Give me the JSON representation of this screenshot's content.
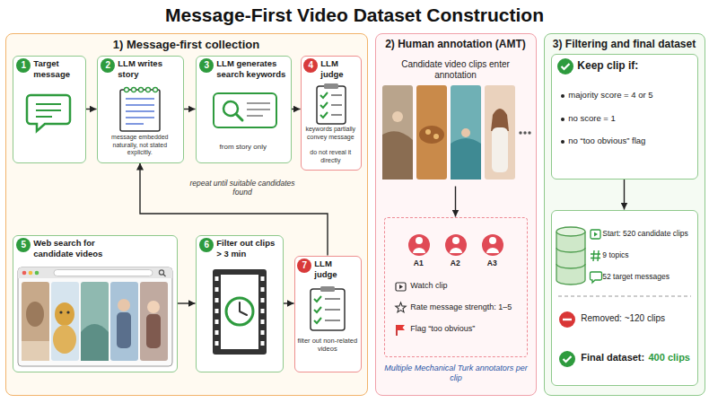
{
  "diagram": {
    "title": "Message-First Video Dataset Construction",
    "nodes": [
      {
        "text": [
          "1) Message-first collection"
        ]
      },
      {
        "text": [
          "1",
          "Target message"
        ],
        "in": 0
      },
      {
        "text": [
          "2",
          "LLM writes story",
          "message embedded naturally, not stated explicitly."
        ],
        "in": 0
      },
      {
        "text": [
          "3",
          "LLM generates search keywords",
          "from story only"
        ],
        "in": 0
      },
      {
        "text": [
          "4",
          "LLM judge",
          "keywords partially convey message",
          "do not reveal it directly"
        ],
        "in": 0
      },
      {
        "text": [
          "5",
          "Web search for candidate videos"
        ],
        "in": 0
      },
      {
        "text": [
          "6",
          "Filter out clips > 3 min"
        ],
        "in": 0
      },
      {
        "text": [
          "7",
          "LLM judge",
          "filter out non-related videos"
        ],
        "in": 0
      },
      {
        "text": [
          "2) Human annotation (AMT)"
        ]
      },
      {
        "text": [
          "Candidate video clips enter annotation"
        ],
        "in": 8
      },
      {
        "text": [
          "A1",
          "A2",
          "A3",
          "Watch clip",
          "Rate message strength: 1–5",
          "Flag “too obvious”"
        ],
        "in": 8
      },
      {
        "text": [
          "3) Filtering and final dataset"
        ]
      },
      {
        "text": [
          "Keep clip if:",
          "majority score = 4 or 5",
          "no score = 1",
          "no “too obvious” flag"
        ],
        "in": 11
      },
      {
        "text": [
          "Start: 520 candidate clips",
          "9 topics",
          "52 target messages",
          "Removed: ~120 clips",
          "Final dataset:",
          "400 clips"
        ],
        "in": 11
      }
    ],
    "edges": [
      {
        "from": 1,
        "to": 2,
        "arrow": "to"
      },
      {
        "from": 2,
        "to": 3,
        "arrow": "to"
      },
      {
        "from": 3,
        "to": 4,
        "arrow": "to"
      },
      {
        "from": 5,
        "to": 6,
        "arrow": "to"
      },
      {
        "from": 6,
        "to": 7,
        "arrow": "to"
      },
      {
        "from": 7,
        "to": 2,
        "label": "repeat until suitable candidates found",
        "arrow": "to"
      },
      {
        "from": 9,
        "to": 10,
        "arrow": "to"
      },
      {
        "from": 12,
        "to": 13,
        "arrow": "to"
      }
    ],
    "labels": [
      "Multiple Mechanical Turk annotators per clip"
    ]
  }
}
